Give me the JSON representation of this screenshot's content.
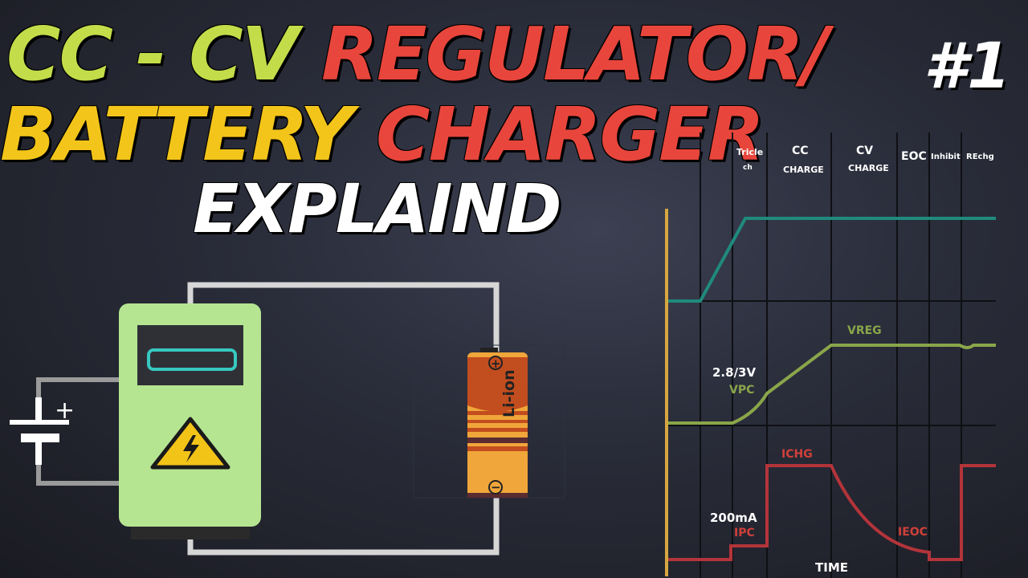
{
  "title": {
    "line1_part1": "CC - CV ",
    "line1_part2": "REGULATOR/",
    "line2_part1": "BATTERY ",
    "line2_part2": "CHARGER",
    "line3": "EXPLAIND"
  },
  "episode": "#1",
  "battery": {
    "label": "Li-ion",
    "plus": "+",
    "minus": "−"
  },
  "source_plus": "+",
  "phases": {
    "p1_line1": "Tricle",
    "p1_line2": "ch",
    "p2_line1": "CC",
    "p2_line2": "CHARGE",
    "p3_line1": "CV",
    "p3_line2": "CHARGE",
    "p4": "EOC",
    "p5": "Inhibit",
    "p6": "REchg"
  },
  "labels": {
    "vreg": "VREG",
    "voltage": "2.8/3V",
    "vpc": "VPC",
    "ichg": "ICHG",
    "current": "200mA",
    "ipc": "IPC",
    "ieoc": "IEOC",
    "time": "TIME"
  },
  "colors": {
    "title_green": "#c3dc4a",
    "title_red": "#e8463c",
    "title_yellow": "#f3c51a",
    "charger_body": "#b5e591",
    "trace_teal": "#1f8a7d",
    "trace_green": "#8aa64a",
    "trace_red": "#b3343a",
    "axis_gold": "#d6a640"
  }
}
